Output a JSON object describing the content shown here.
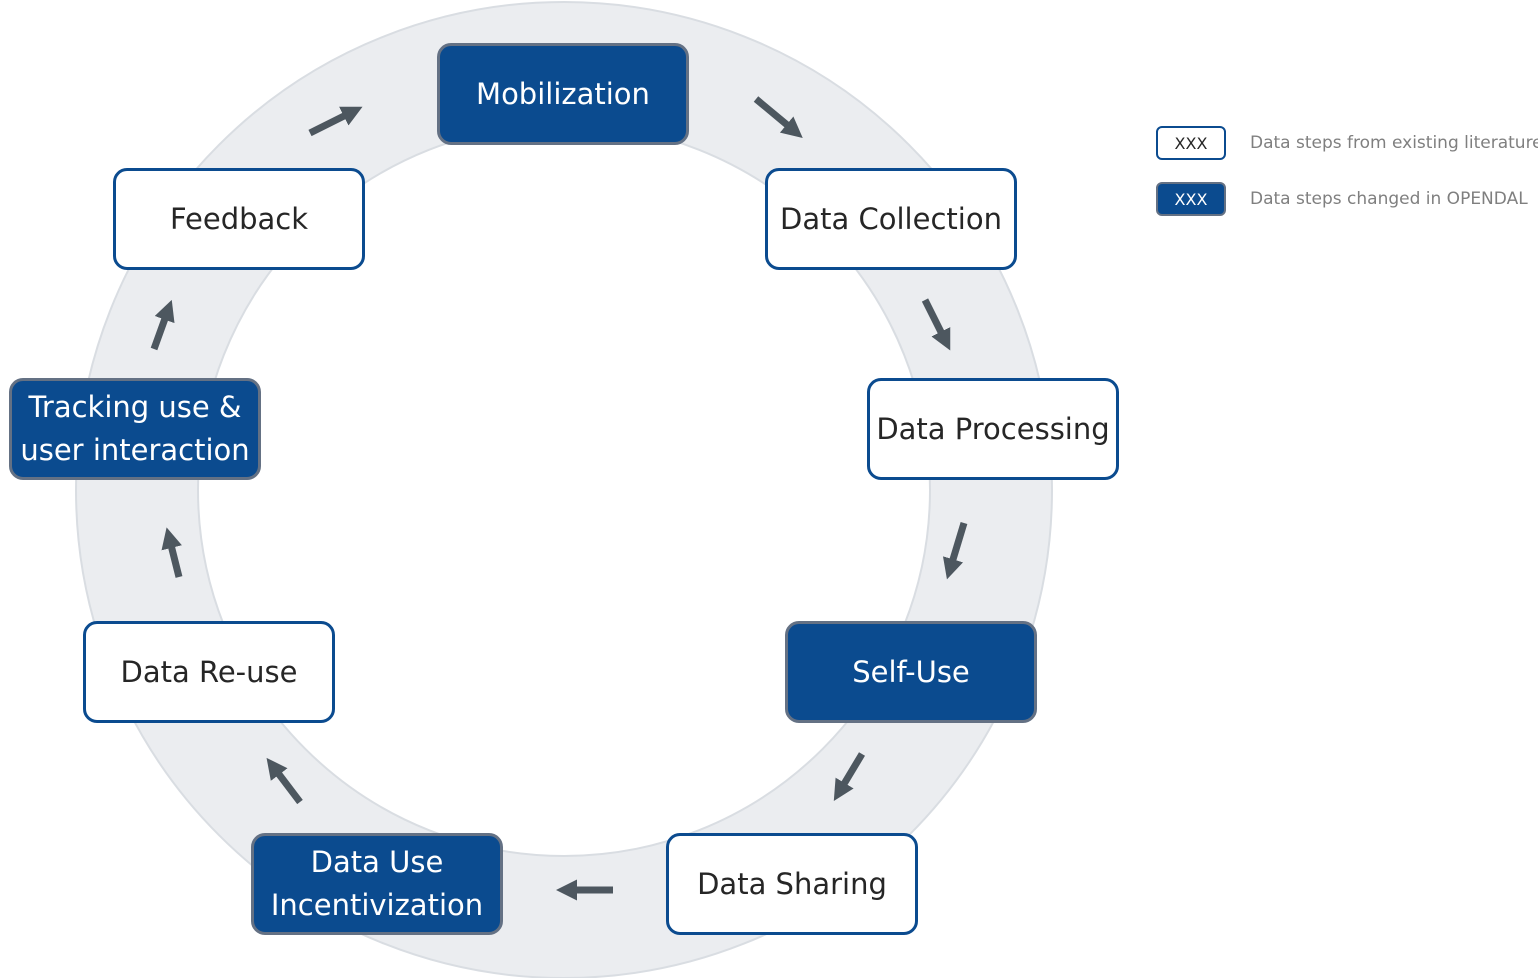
{
  "diagram": {
    "nodes": [
      {
        "id": "mobilization",
        "label": "Mobilization",
        "kind": "changed"
      },
      {
        "id": "data-collection",
        "label": "Data Collection",
        "kind": "existing"
      },
      {
        "id": "data-processing",
        "label": "Data Processing",
        "kind": "existing"
      },
      {
        "id": "self-use",
        "label": "Self-Use",
        "kind": "changed"
      },
      {
        "id": "data-sharing",
        "label": "Data Sharing",
        "kind": "existing"
      },
      {
        "id": "data-use-incentivization",
        "label": "Data Use\nIncentivization",
        "kind": "changed"
      },
      {
        "id": "data-re-use",
        "label": "Data Re-use",
        "kind": "existing"
      },
      {
        "id": "tracking-use",
        "label": "Tracking use &\nuser interaction",
        "kind": "changed"
      },
      {
        "id": "feedback",
        "label": "Feedback",
        "kind": "existing"
      }
    ],
    "edges": [
      {
        "from": "mobilization",
        "to": "data-collection"
      },
      {
        "from": "data-collection",
        "to": "data-processing"
      },
      {
        "from": "data-processing",
        "to": "self-use"
      },
      {
        "from": "self-use",
        "to": "data-sharing"
      },
      {
        "from": "data-sharing",
        "to": "data-use-incentivization"
      },
      {
        "from": "data-use-incentivization",
        "to": "data-re-use"
      },
      {
        "from": "data-re-use",
        "to": "tracking-use"
      },
      {
        "from": "tracking-use",
        "to": "feedback"
      },
      {
        "from": "feedback",
        "to": "mobilization"
      }
    ]
  },
  "legend": {
    "existing": {
      "box_text": "XXX",
      "label": "Data steps from existing literature"
    },
    "changed": {
      "box_text": "XXX",
      "label": "Data steps changed in OPENDAL"
    }
  },
  "colors": {
    "node_fill_changed": "#0b4b8f",
    "node_border_existing": "#0b4b8f",
    "node_border_changed": "#647184",
    "ring": "#ebedf0",
    "ring_edge": "#d9dde2",
    "arrow": "#4d575f",
    "legend_text": "#7f7f7f"
  }
}
